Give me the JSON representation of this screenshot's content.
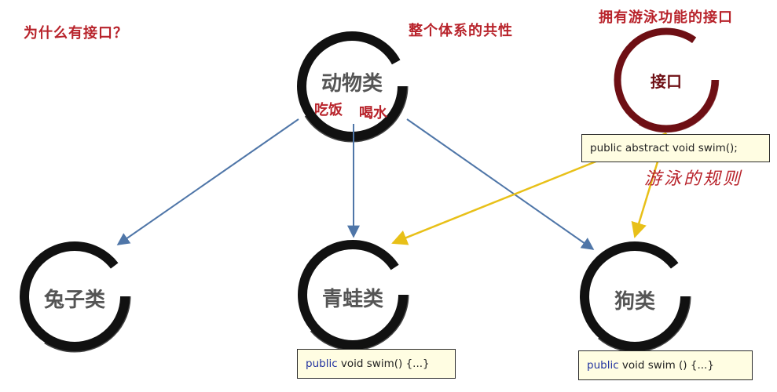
{
  "headings": {
    "why_interface": "为什么有接口？",
    "whole_system": "整个体系的共性",
    "swim_interface": "拥有游泳功能的接口"
  },
  "nodes": {
    "animal": {
      "label": "动物类",
      "methods": [
        "吃饭",
        "喝水"
      ]
    },
    "interface": {
      "label": "接口"
    },
    "rabbit": {
      "label": "兔子类"
    },
    "frog": {
      "label": "青蛙类"
    },
    "dog": {
      "label": "狗类"
    }
  },
  "code": {
    "interface_method": "public abstract void swim();",
    "frog_impl": {
      "keyword": "public",
      "rest": " void swim() {...}"
    },
    "dog_impl": {
      "keyword": "public",
      "rest": " void swim () {...}"
    }
  },
  "annotations": {
    "swim_rule": "游泳的规则"
  },
  "colors": {
    "heading_red": "#b8232b",
    "inheritance_arrow": "#4f76a8",
    "implements_arrow": "#e8c018",
    "code_bg": "#fffde2"
  }
}
